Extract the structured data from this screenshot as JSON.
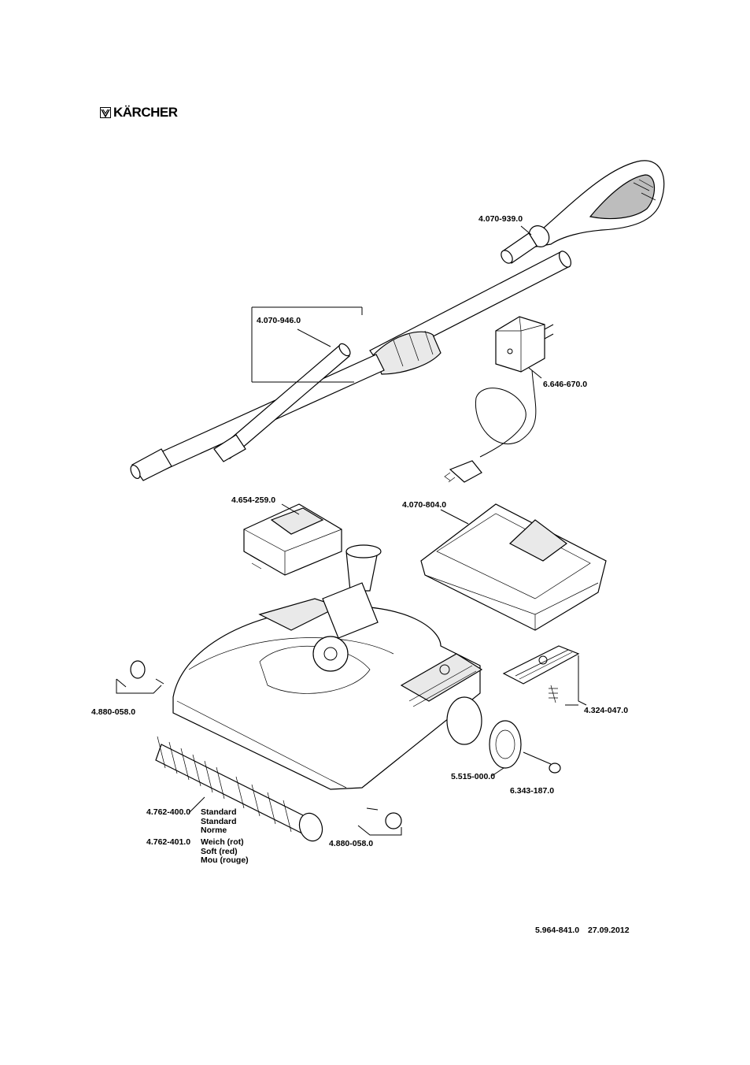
{
  "brand": "KÄRCHER",
  "parts": {
    "handle": "4.070-939.0",
    "tube": "4.070-946.0",
    "charger": "6.646-670.0",
    "battery": "4.654-259.0",
    "dustpan": "4.070-804.0",
    "roller_left": "4.880-058.0",
    "cover": "4.324-047.0",
    "wheel": "5.515-000.0",
    "cap": "6.343-187.0",
    "roller_right": "4.880-058.0",
    "brush_standard": "4.762-400.0",
    "brush_soft": "4.762-401.0"
  },
  "brush_standard_desc": [
    "Standard",
    "Standard",
    "Norme"
  ],
  "brush_soft_desc": [
    "Weich (rot)",
    "Soft (red)",
    "Mou (rouge)"
  ],
  "footer": {
    "doc_number": "5.964-841.0",
    "date": "27.09.2012"
  }
}
